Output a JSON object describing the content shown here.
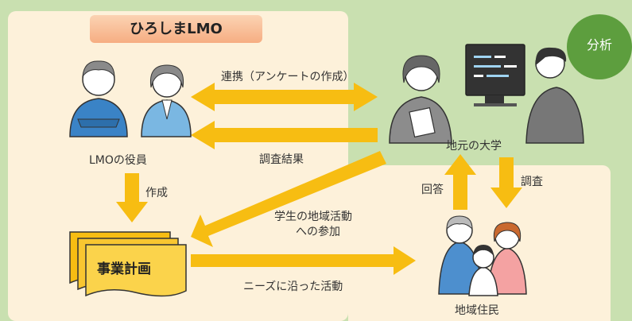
{
  "title": "ひろしまLMO",
  "badge": "分析",
  "nodes": {
    "officers": "LMOの役員",
    "university": "地元の大学",
    "plan": "事業計画",
    "residents": "地域住民"
  },
  "arrows": {
    "cooperation": "連携（アンケートの作成）",
    "survey_results": "調査結果",
    "create": "作成",
    "student_participation_1": "学生の地域活動",
    "student_participation_2": "への参加",
    "needs_activity": "ニーズに沿った活動",
    "answer": "回答",
    "survey": "調査"
  },
  "colors": {
    "background": "#c9e0b0",
    "panel": "#fdf1da",
    "arrow": "#f7bd12",
    "title_tab": "#f6ad82",
    "badge": "#5d9e3e"
  }
}
